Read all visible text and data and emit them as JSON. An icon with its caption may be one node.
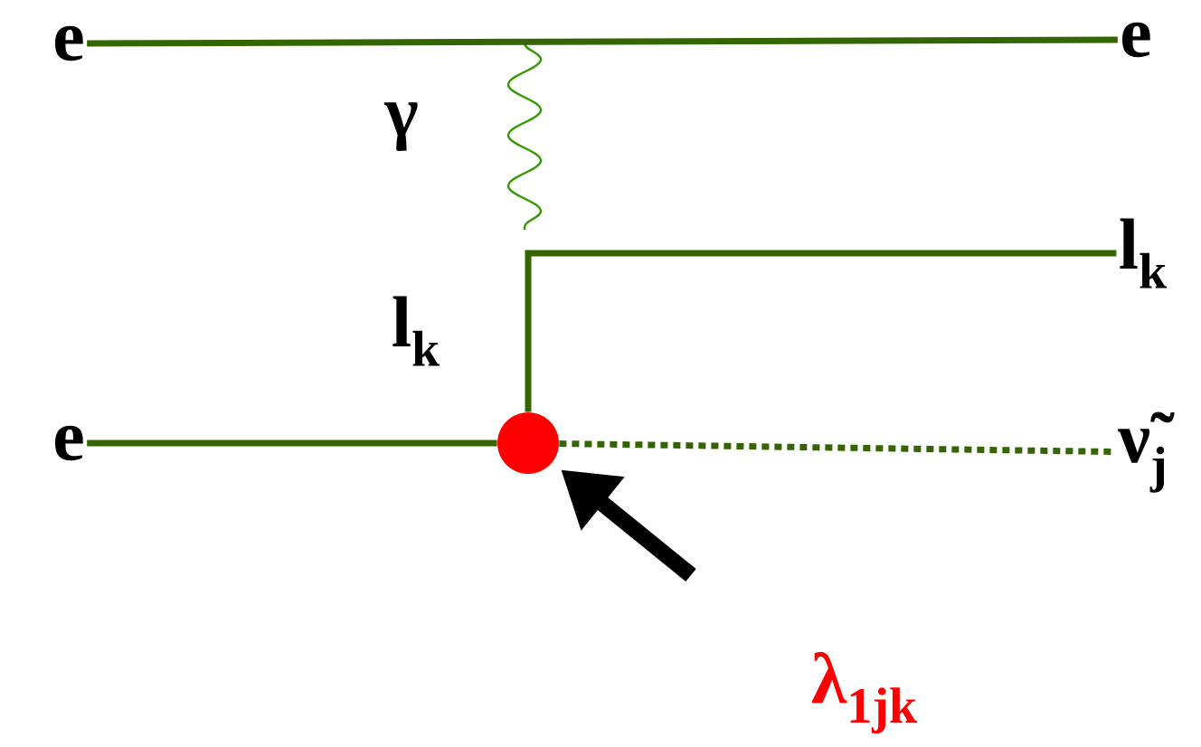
{
  "diagram": {
    "nodes": [
      {
        "text": [
          "e"
        ]
      },
      {
        "text": [
          "e"
        ]
      },
      {
        "text": [
          "l$_{k}$"
        ]
      },
      {
        "text": [
          "e"
        ]
      },
      {
        "text": [
          "ν̃$_{j}$"
        ]
      },
      {
        "text": [],
        "shape": "circle"
      }
    ],
    "edges": [
      {
        "from": 0,
        "to": 1,
        "arrow": "none"
      },
      {
        "from": 3,
        "to": 5,
        "arrow": "none"
      },
      {
        "from": 5,
        "to": 2,
        "arrow": "none",
        "label": "l$_{k}$"
      },
      {
        "from": 5,
        "to": 4,
        "arrow": "none",
        "style": "dashed"
      },
      {
        "from": null,
        "to": 5,
        "arrow": "to",
        "style": "thick",
        "color": "#000000"
      }
    ],
    "labels": [
      "γ",
      "λ$_{1jk}$"
    ]
  }
}
